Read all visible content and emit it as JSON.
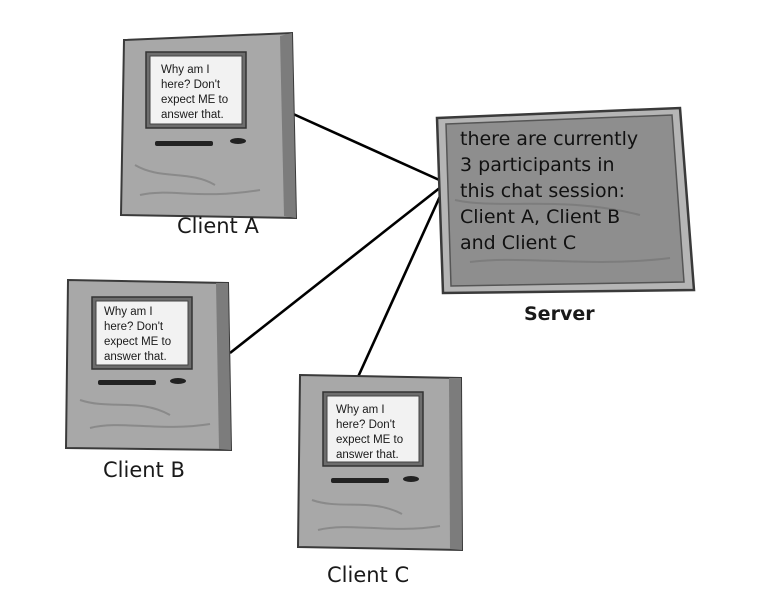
{
  "clients": [
    {
      "label": "Client A",
      "screen_lines": [
        "Why am I",
        "here?   Don't",
        "expect ME to",
        "answer that."
      ]
    },
    {
      "label": "Client B",
      "screen_lines": [
        "Why am I",
        "here?   Don't",
        "expect ME to",
        "answer that."
      ]
    },
    {
      "label": "Client C",
      "screen_lines": [
        "Why am I",
        "here?   Don't",
        "expect ME to",
        "answer that."
      ]
    }
  ],
  "server": {
    "label": "Server",
    "screen_lines": [
      "there are currently",
      "3 participants in",
      "this chat session:",
      "Client A, Client B",
      "and Client C"
    ]
  },
  "colors": {
    "computer_body": "#a9a9a9",
    "computer_shadow": "#7a7a7a",
    "screen_bg": "#f2f2f2",
    "server_screen": "#8e8e8e",
    "line": "#000000"
  }
}
